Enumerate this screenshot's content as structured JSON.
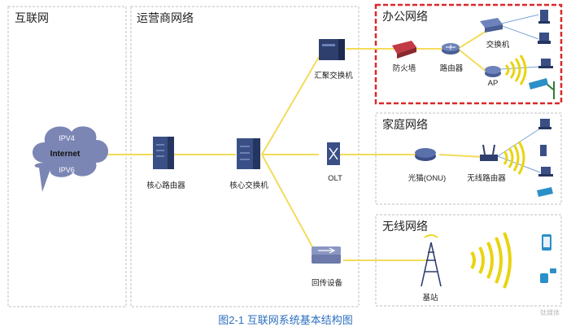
{
  "zones": {
    "internet": "互联网",
    "carrier": "运营商网络",
    "office": "办公网络",
    "home": "家庭网络",
    "wireless": "无线网络"
  },
  "cloud": {
    "main": "Internet",
    "top": "IPV4",
    "bottom": "IPV6"
  },
  "nodes": {
    "core_router": "核心路由器",
    "core_switch": "核心交换机",
    "agg_switch": "汇聚交换机",
    "olt": "OLT",
    "backhaul": "回传设备",
    "firewall": "防火墙",
    "router": "路由器",
    "switch": "交换机",
    "ap": "AP",
    "onu": "光猫(ONU)",
    "wifi_router": "无线路由器",
    "base_station": "基站"
  },
  "caption": "图2-1 互联网系统基本结构图",
  "watermark": "钛媒体",
  "colors": {
    "link": "#f2dc5a",
    "office_border": "#d9292a",
    "zone_border": "#bfbfbf",
    "caption": "#2c6fc0",
    "device": "#3a4f86"
  }
}
